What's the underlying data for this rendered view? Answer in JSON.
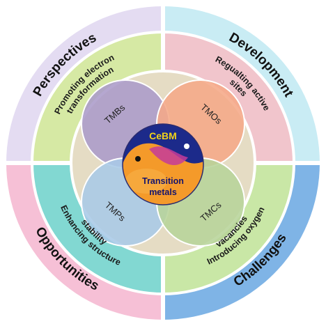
{
  "colors": {
    "background": "#ffffff",
    "ring_outer_top_left": "#e4dcf2",
    "ring_outer_top_right": "#c9ecf4",
    "ring_outer_bottom_left": "#f6c0d6",
    "ring_outer_bottom_right": "#7fb4e6",
    "ring_inner_top_left": "#d6e9a4",
    "ring_inner_top_right": "#f1c5cc",
    "ring_inner_bottom_left": "#82d8d2",
    "ring_inner_bottom_right": "#c9e7a6",
    "center_disc": "#e5dcc4",
    "circle_tmbs": "#ab9bc9",
    "circle_tmos": "#f5a988",
    "circle_tmps": "#a9cae7",
    "circle_tmcs": "#b7d49a",
    "core_dark": "#1c2a8a",
    "core_orange": "#f49a2a",
    "core_magenta": "#c43b9a"
  },
  "outer_ring": {
    "top_left": "Perspectives",
    "top_right": "Development",
    "bottom_left": "Opportunities",
    "bottom_right": "Challenges"
  },
  "inner_ring": {
    "top_left": [
      "Promoting electron",
      "transformation"
    ],
    "top_right": [
      "Regualting active",
      "sites"
    ],
    "bottom_left": [
      "Enhancing structure",
      "stability"
    ],
    "bottom_right": [
      "Introducing oxygen",
      "vacancies"
    ]
  },
  "circles": {
    "tmbs": "TMBs",
    "tmos": "TMOs",
    "tmps": "TMPs",
    "tmcs": "TMCs"
  },
  "core": {
    "top": "CeBM",
    "bottom": [
      "Transition",
      "metals"
    ]
  }
}
